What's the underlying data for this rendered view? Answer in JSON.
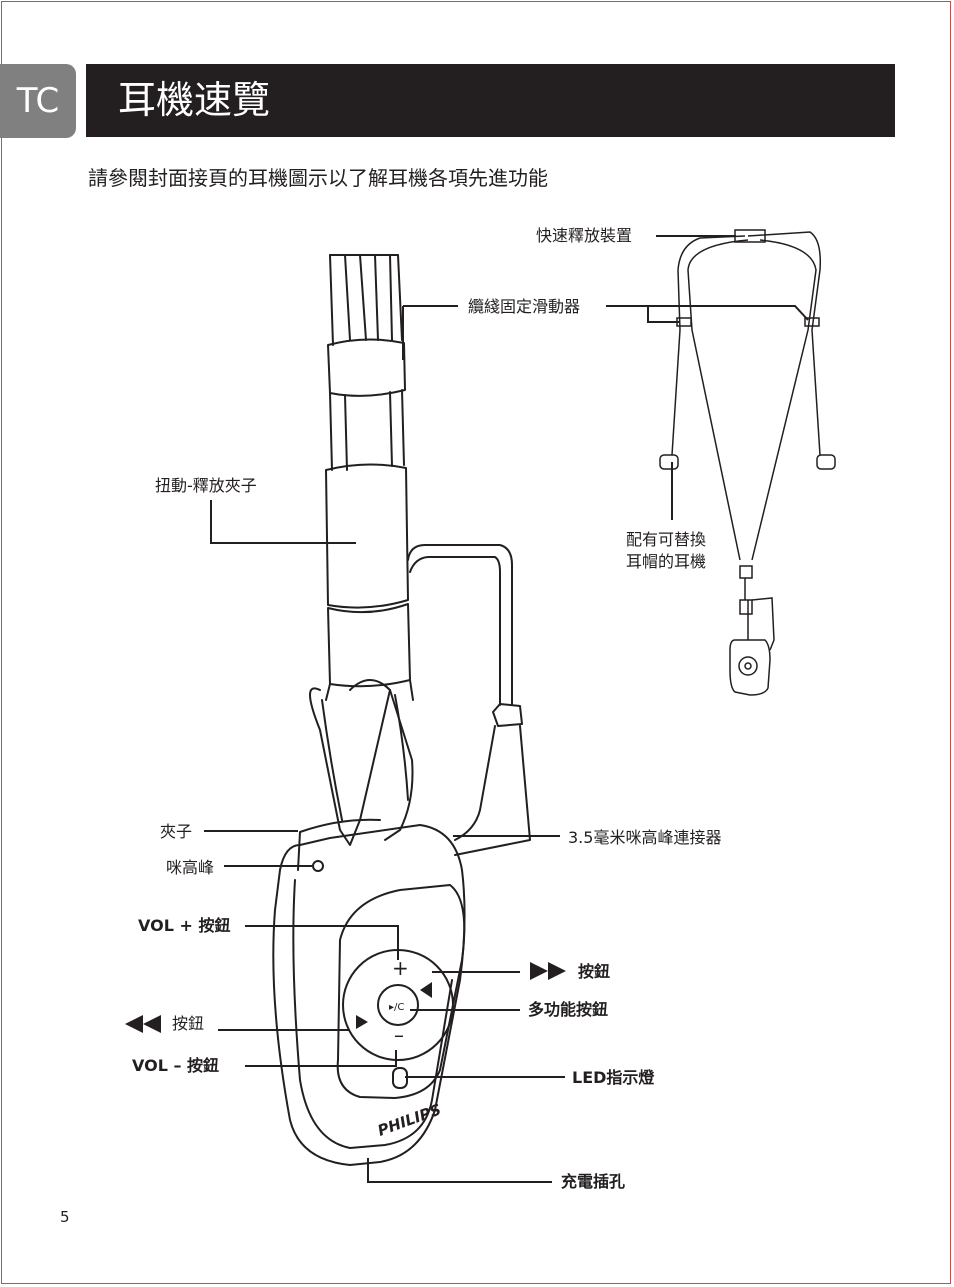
{
  "header": {
    "lang_tab": "TC",
    "title": "耳機速覽"
  },
  "intro": "請參閱封面接頁的耳機圖示以了解耳機各項先進功能",
  "labels": {
    "quick_release": "快速釋放裝置",
    "cable_slider": "纜綫固定滑動器",
    "twist_clip": "扭動-釋放夾子",
    "earphones_line1": "配有可替換",
    "earphones_line2": "耳帽的耳機",
    "clip": "夾子",
    "mic": "咪高峰",
    "mic_connector": "3.5毫米咪高峰連接器",
    "vol_up": "VOL + 按鈕",
    "ff_button": "按鈕",
    "multi_button": "多功能按鈕",
    "rew_button": "按鈕",
    "vol_down": "VOL – 按鈕",
    "led": "LED指示燈",
    "charge": "充電插孔",
    "brand": "PHILIPS"
  },
  "page_number": "5",
  "colors": {
    "title_bg": "#231f20",
    "tab_bg": "#808080",
    "border": "#c0504d"
  }
}
